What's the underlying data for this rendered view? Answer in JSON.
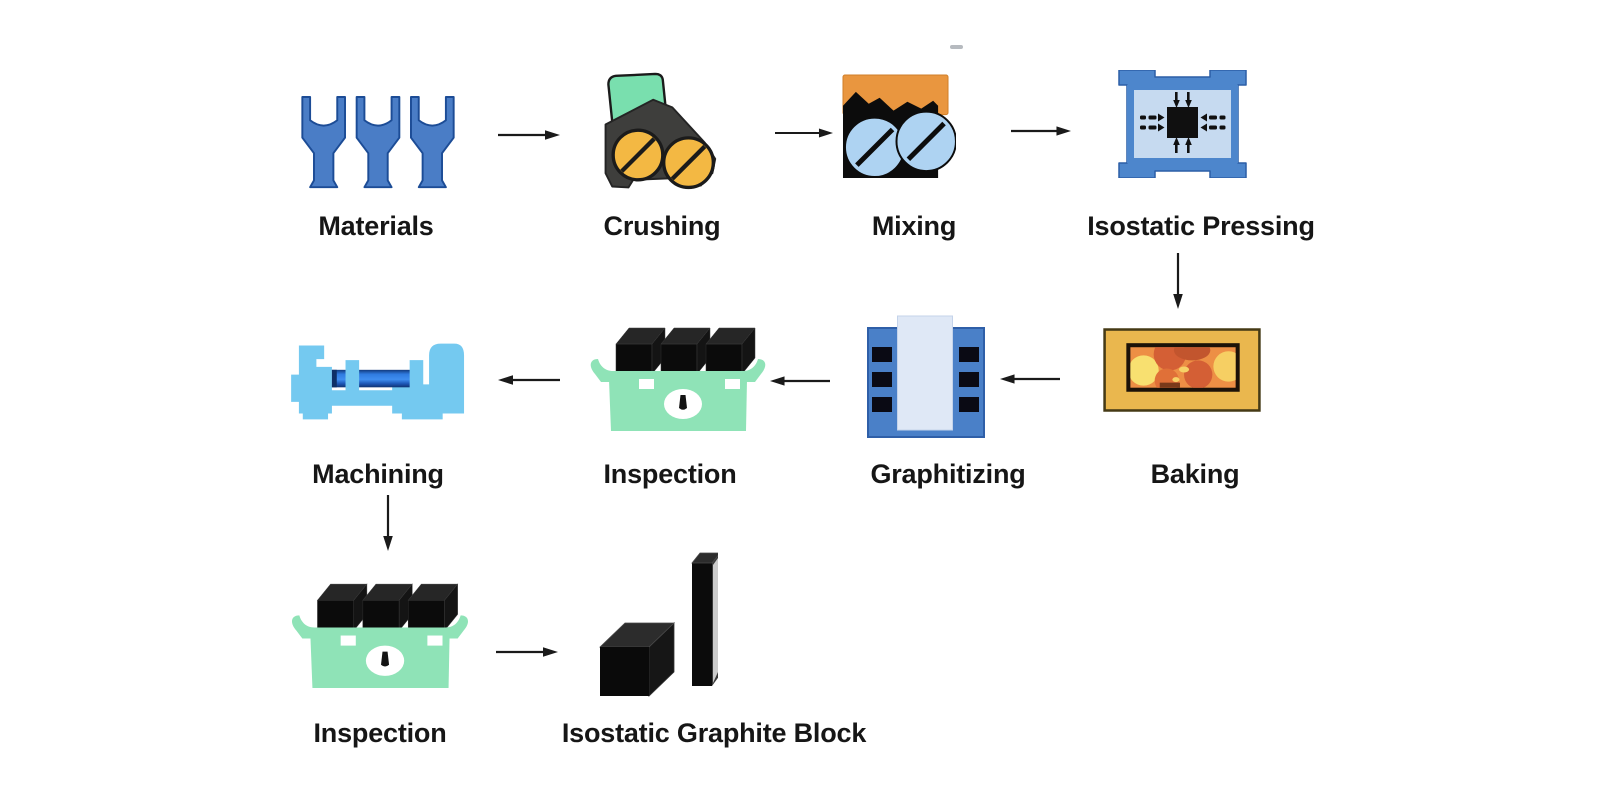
{
  "diagram": {
    "background_color": "#ffffff",
    "arrow_color": "#1a1a1a",
    "label_color": "#161616",
    "nodes": [
      {
        "id": "materials",
        "label": "Materials",
        "icon": "hoppers-icon",
        "icon_colors": {
          "hopper": "#4a7dc6"
        }
      },
      {
        "id": "crushing",
        "label": "Crushing",
        "icon": "crusher-icon",
        "icon_colors": {
          "hood": "#79dfae",
          "body": "#3e3e3c",
          "rollers": "#f3b843"
        }
      },
      {
        "id": "mixing",
        "label": "Mixing",
        "icon": "mixer-icon",
        "icon_colors": {
          "top": "#e9963f",
          "body": "#0c0c0c",
          "drums": "#aed3f2"
        }
      },
      {
        "id": "isostatic_pressing",
        "label": "Isostatic Pressing",
        "icon": "isostatic-press-icon",
        "icon_colors": {
          "frame": "#4d86cc",
          "chamber": "#c6daf0",
          "billet": "#101010"
        }
      },
      {
        "id": "baking",
        "label": "Baking",
        "icon": "oven-icon",
        "icon_colors": {
          "body": "#eab74e",
          "fire": "#ed8f45"
        }
      },
      {
        "id": "graphitizing",
        "label": "Graphitizing",
        "icon": "furnace-icon",
        "icon_colors": {
          "body": "#4a80c8",
          "column": "#dfe8f6",
          "electrodes": "#0a0a14"
        }
      },
      {
        "id": "inspection_1",
        "label": "Inspection",
        "icon": "inspection-scale-icon",
        "icon_colors": {
          "scale": "#8fe3b7",
          "blocks": "#0b0b0b"
        }
      },
      {
        "id": "machining",
        "label": "Machining",
        "icon": "lathe-icon",
        "icon_colors": {
          "body": "#74c9f0",
          "workpiece": "#2f7be0"
        }
      },
      {
        "id": "inspection_2",
        "label": "Inspection",
        "icon": "inspection-scale-icon",
        "icon_colors": {
          "scale": "#8fe3b7",
          "blocks": "#0b0b0b"
        }
      },
      {
        "id": "isostatic_graphite_block",
        "label": "Isostatic Graphite Block",
        "icon": "graphite-blocks-icon",
        "icon_colors": {
          "block": "#0a0a0a"
        }
      }
    ],
    "flow_order": [
      "Materials",
      "Crushing",
      "Mixing",
      "Isostatic Pressing",
      "Baking",
      "Graphitizing",
      "Inspection",
      "Machining",
      "Inspection",
      "Isostatic Graphite Block"
    ]
  }
}
